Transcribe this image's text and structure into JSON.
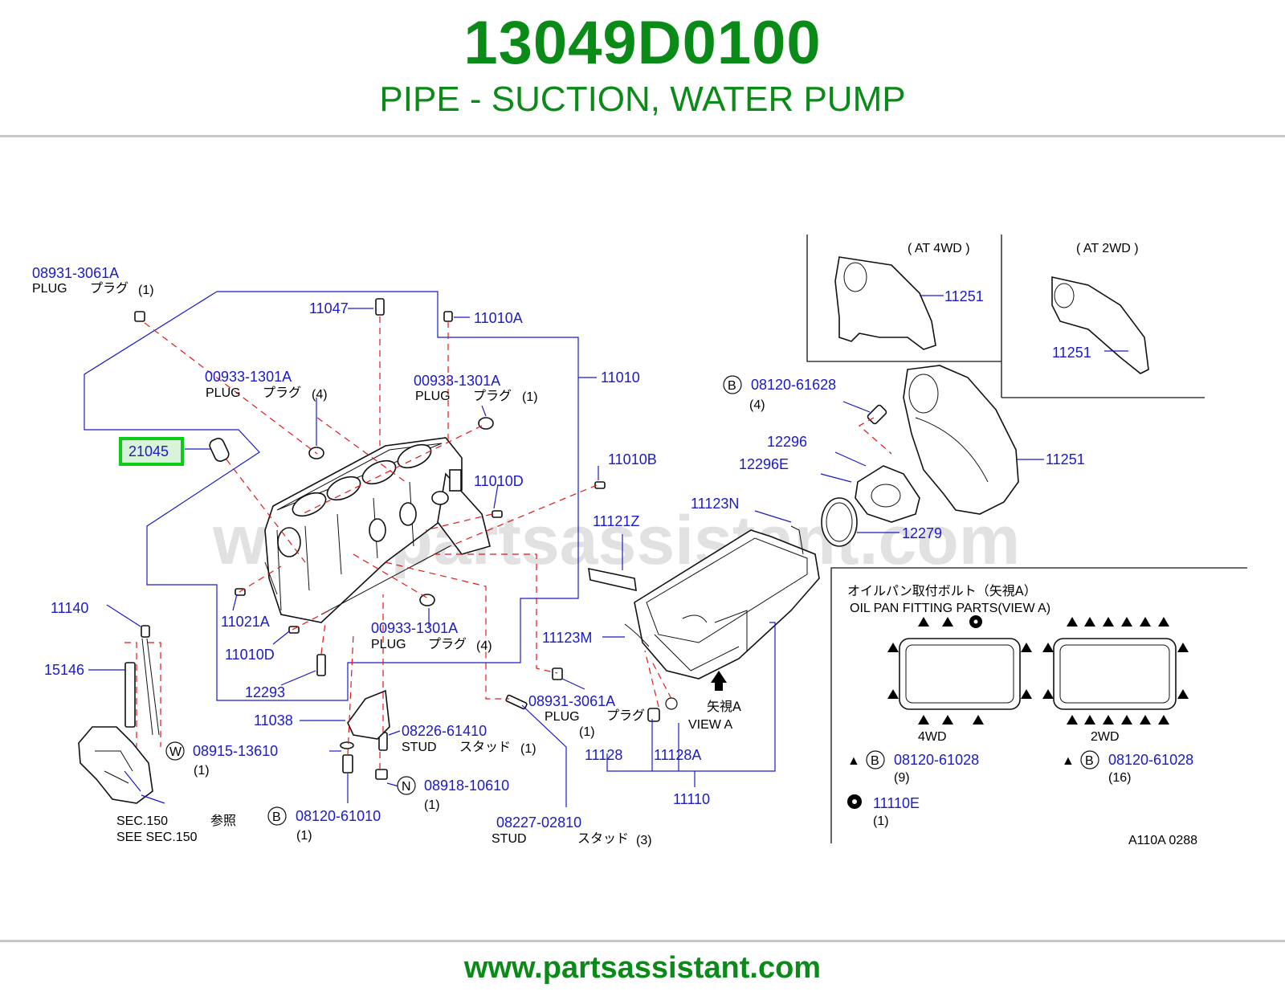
{
  "header": {
    "part_number": "13049D0100",
    "part_title": "PIPE - SUCTION, WATER PUMP"
  },
  "footer": {
    "url": "www.partsassistant.com"
  },
  "diagram": {
    "watermark": "www.partsassistant.com",
    "highlighted_part": "21045",
    "callouts": {
      "plug_top_left": {
        "number": "08931-3061A",
        "name": "PLUG",
        "jp": "プラグ",
        "qty": "(1)"
      },
      "p11047": "11047",
      "p11010A": "11010A",
      "p11010": "11010",
      "plug_00933_a": {
        "number": "00933-1301A",
        "name": "PLUG",
        "jp": "プラグ",
        "qty": "(4)"
      },
      "plug_00933_b": {
        "number": "00933-1301A",
        "name": "PLUG",
        "jp": "プラグ",
        "qty": "(1)"
      },
      "p11010B": "11010B",
      "p11010D_a": "11010D",
      "p11021A": "11021A",
      "p11010D_b": "11010D",
      "plug_00933_c": {
        "number": "00933-1301A",
        "name": "PLUG",
        "jp": "プラグ",
        "qty": "(4)"
      },
      "p11140": "11140",
      "p15146": "15146",
      "p12293": "12293",
      "p11038": "11038",
      "stud_08226": {
        "number": "08226-61410",
        "name": "STUD",
        "jp": "スタッド",
        "qty": "(1)"
      },
      "w_08915": {
        "badge": "W",
        "number": "08915-13610",
        "qty": "(1)"
      },
      "n_08918": {
        "badge": "N",
        "number": "08918-10610",
        "qty": "(1)"
      },
      "b_08120_61010": {
        "badge": "B",
        "number": "08120-61010",
        "qty": "(1)"
      },
      "sec150": {
        "line1_a": "SEC.150",
        "line1_b": "参照",
        "line2": "SEE   SEC.150"
      },
      "stud_08227": {
        "number": "08227-02810",
        "name": "STUD",
        "jp": "スタッド",
        "qty": "(3)"
      },
      "plug_08931_b": {
        "number": "08931-3061A",
        "name": "PLUG",
        "jp": "プラグ",
        "qty": "(1)"
      },
      "p11121Z": "11121Z",
      "p11123N": "11123N",
      "p11123M": "11123M",
      "p11128": "11128",
      "p11128A": "11128A",
      "p11110": "11110",
      "view_a_jp": "矢視A",
      "view_a": "VIEW   A",
      "b_08120_61628": {
        "badge": "B",
        "number": "08120-61628",
        "qty": "(4)"
      },
      "p12296": "12296",
      "p12296E": "12296E",
      "p12279": "12279",
      "p11251_main": "11251",
      "p11251_at4wd": "11251",
      "p11251_at2wd": "11251",
      "at4wd": "(   AT    4WD   )",
      "at2wd": "(   AT    2WD   )"
    },
    "oil_pan_panel": {
      "title_jp": "オイルパン取付ボルト（矢視A）",
      "title_en": "OIL    PAN    FITTING    PARTS(VIEW    A)",
      "label_4wd": "4WD",
      "label_2wd": "2WD",
      "bolt_4wd": {
        "marker": "▲",
        "badge": "B",
        "number": "08120-61028",
        "qty": "(9)"
      },
      "bolt_2wd": {
        "marker": "▲",
        "badge": "B",
        "number": "08120-61028",
        "qty": "(16)"
      },
      "item_11110E": {
        "number": "11110E",
        "qty": "(1)"
      }
    },
    "figure_code": "A110A   0288"
  }
}
